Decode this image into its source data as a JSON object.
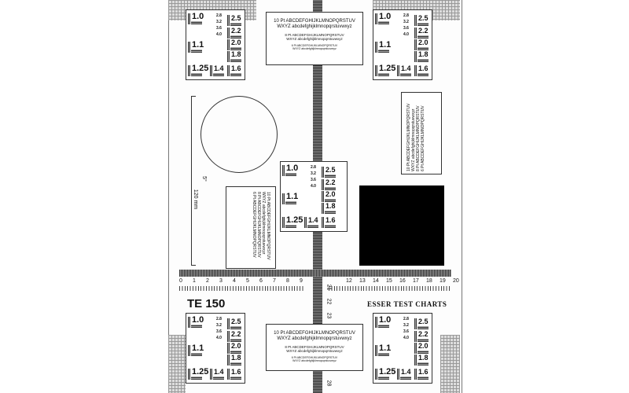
{
  "chart_id": "TE 150",
  "brand": "ESSER TEST CHARTS",
  "patch_labels": {
    "large": [
      "1.0",
      "1.1",
      "1.25",
      "1.4",
      "1.6",
      "1.8",
      "2.0",
      "2.2",
      "2.5"
    ],
    "small": [
      "2.8",
      "3.2",
      "3.6",
      "4.0"
    ]
  },
  "text_block": {
    "line10a": "10 Pt  ABCDEFGHIJKLMNOPQRSTUV",
    "line10b": "WXYZ   abcdefghijklmnopqrstuvwxyz",
    "line8a": "8 Pt  ABCDEFGHIJKLMNOPQRSTUV",
    "line8b": "WXYZ  abcdefghijklmnopqrstuvwxyz",
    "line6a": "6 Pt  ABCDEFGHIJKLMNOPQRSTUV",
    "line6b": "WXYZ  abcdefghijklmnopqrstuvwxyz"
  },
  "measure": {
    "length": "120 mm",
    "angle": "5°"
  },
  "ruler_left": [
    "0",
    "1",
    "2",
    "3",
    "4",
    "5",
    "6",
    "7",
    "8",
    "9"
  ],
  "ruler_right": [
    "12",
    "13",
    "14",
    "15",
    "16",
    "17",
    "18",
    "19",
    "20"
  ],
  "ruler_vertical": [
    "21",
    "22",
    "23",
    "28"
  ],
  "colors": {
    "ink": "#111111",
    "grid": "#dddddd",
    "solid": "#000000"
  }
}
